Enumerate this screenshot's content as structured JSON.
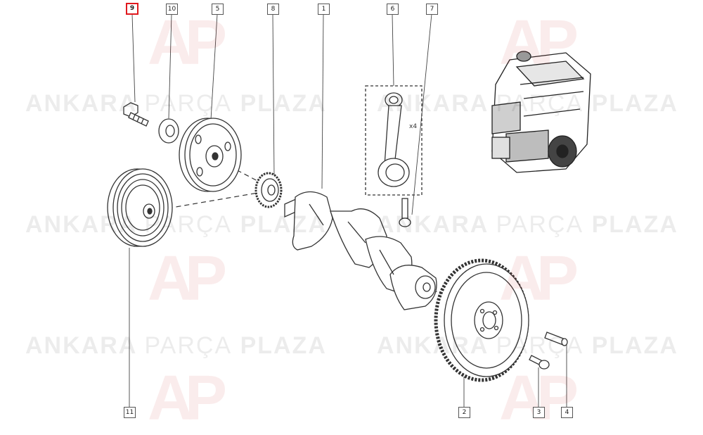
{
  "diagram": {
    "callouts": [
      "9",
      "10",
      "5",
      "8",
      "1",
      "6",
      "7",
      "11",
      "2",
      "3",
      "4"
    ],
    "highlighted_callout": "9",
    "quantity_label": "x4",
    "accent_color": "#e0191e",
    "line_color": "#333333"
  },
  "watermark": {
    "word1": "ANKARA",
    "word2": "PARÇA",
    "word3": "PLAZA",
    "logo": "AP",
    "logo_color": "#c81e1e"
  }
}
